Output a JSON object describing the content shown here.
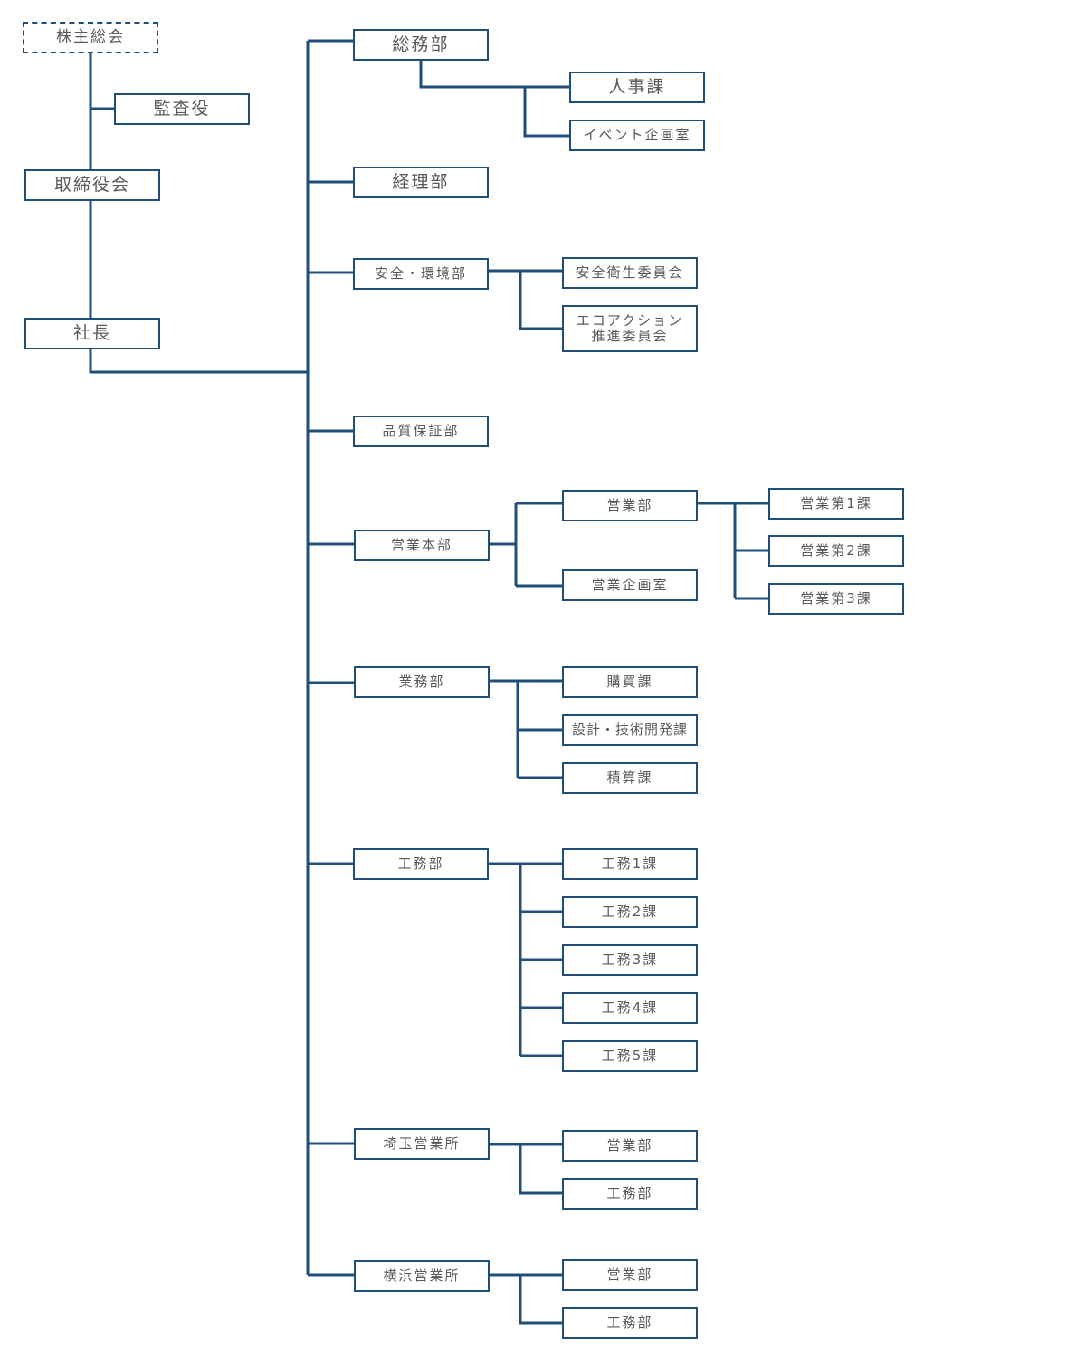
{
  "colors": {
    "line": "#1f4e79",
    "text": "#595959",
    "background": "#ffffff"
  },
  "nodes": {
    "kabunushi": "株主総会",
    "kansayaku": "監査役",
    "torishimariyakukai": "取締役会",
    "shacho": "社長",
    "somubu": "総務部",
    "jinjika": "人事課",
    "event": "イベント企画室",
    "keiribu": "経理部",
    "anzen": "安全・環境部",
    "eisei": "安全衛生委員会",
    "eco": "エコアクション\n推進委員会",
    "hinshitsu": "品質保証部",
    "eigyohonbu": "営業本部",
    "eigyobu": "営業部",
    "eigyokikaku": "営業企画室",
    "eigyo1": "営業第1課",
    "eigyo2": "営業第2課",
    "eigyo3": "営業第3課",
    "gyomubu": "業務部",
    "kobai": "購買課",
    "sekkei": "設計・技術開発課",
    "sekisan": "積算課",
    "komubu": "工務部",
    "komu1": "工務1課",
    "komu2": "工務2課",
    "komu3": "工務3課",
    "komu4": "工務4課",
    "komu5": "工務5課",
    "saitama": "埼玉営業所",
    "saitama_eigyo": "営業部",
    "saitama_komu": "工務部",
    "yokohama": "横浜営業所",
    "yokohama_eigyo": "営業部",
    "yokohama_komu": "工務部"
  }
}
